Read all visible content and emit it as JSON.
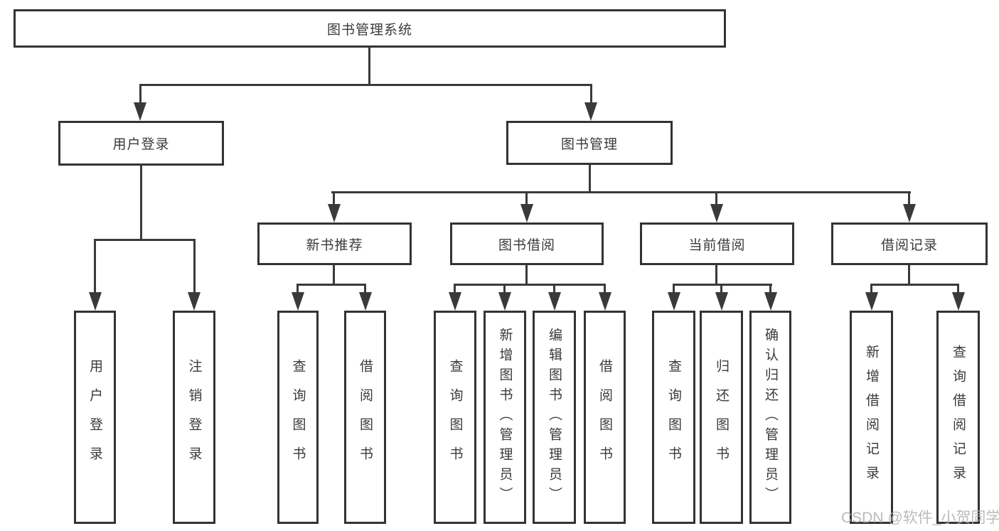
{
  "diagram": {
    "root": {
      "label": "图书管理系统"
    },
    "branches": [
      {
        "label": "用户登录",
        "children": [
          {
            "label": "用户登录"
          },
          {
            "label": "注销登录"
          }
        ]
      },
      {
        "label": "图书管理",
        "children": [
          {
            "label": "新书推荐",
            "children": [
              {
                "label": "查询图书"
              },
              {
                "label": "借阅图书"
              }
            ]
          },
          {
            "label": "图书借阅",
            "children": [
              {
                "label": "查询图书"
              },
              {
                "label": "新增图书（管理员）"
              },
              {
                "label": "编辑图书（管理员）"
              },
              {
                "label": "借阅图书"
              }
            ]
          },
          {
            "label": "当前借阅",
            "children": [
              {
                "label": "查询图书"
              },
              {
                "label": "归还图书"
              },
              {
                "label": "确认归还（管理员）"
              }
            ]
          },
          {
            "label": "借阅记录",
            "children": [
              {
                "label": "新增借阅记录"
              },
              {
                "label": "查询借阅记录"
              }
            ]
          }
        ]
      }
    ]
  },
  "watermark": {
    "text": "CSDN @软件_小贺同学"
  },
  "colors": {
    "line": "#3a3a3a",
    "box_border": "#333333",
    "background": "#ffffff",
    "watermark": "#b0b0b0"
  }
}
